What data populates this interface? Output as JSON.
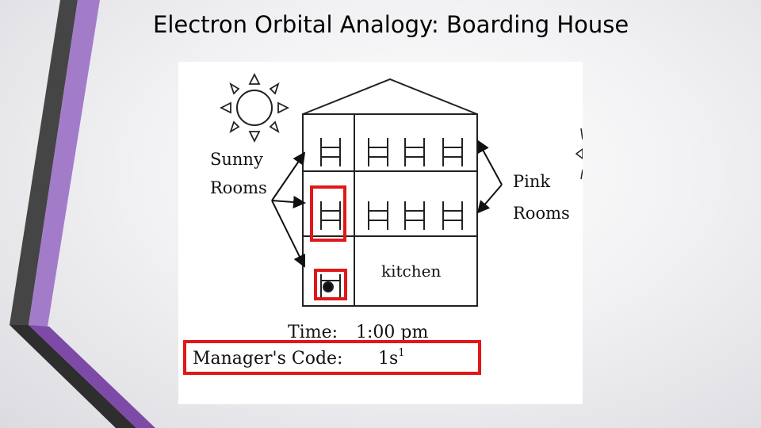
{
  "slide": {
    "title": "Electron Orbital Analogy: Boarding House"
  },
  "diagram": {
    "sunny_label_line1": "Sunny",
    "sunny_label_line2": "Rooms",
    "pink_label_line1": "Pink",
    "pink_label_line2": "Rooms",
    "kitchen_label": "kitchen",
    "time_label": "Time:",
    "time_value": "1:00 pm",
    "code_label": "Manager's Code:",
    "code_value": "1s",
    "code_superscript": "1"
  },
  "colors": {
    "highlight": "#e01818",
    "accent_purple": "#8e5cb8",
    "accent_dark": "#3d3d3d",
    "ink": "#111111"
  }
}
